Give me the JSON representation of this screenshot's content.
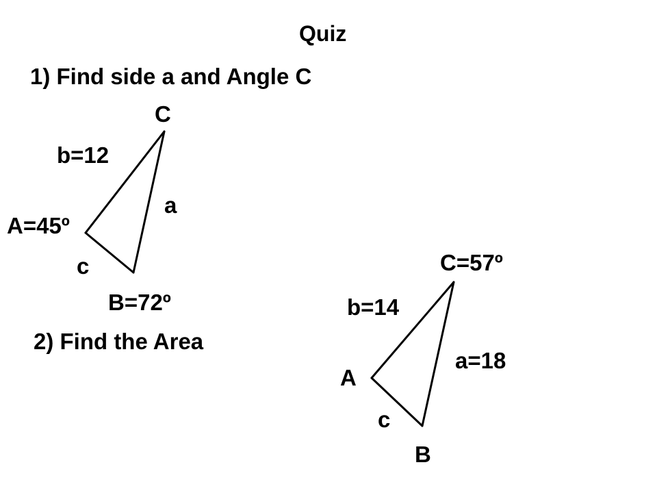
{
  "slide": {
    "title": "Quiz"
  },
  "question1": {
    "prompt": "1) Find side a and Angle C",
    "triangle": {
      "vertex_top": "C",
      "side_b": "b=12",
      "side_a": "a",
      "angle_A": "A=45º",
      "side_c": "c",
      "angle_B": "B=72º"
    }
  },
  "question2": {
    "prompt": "2) Find the Area",
    "triangle": {
      "angle_C": "C=57º",
      "side_b": "b=14",
      "side_a": "a=18",
      "vertex_A": "A",
      "side_c": "c",
      "vertex_B": "B"
    }
  },
  "colors": {
    "text": "#000000",
    "background": "#ffffff"
  }
}
